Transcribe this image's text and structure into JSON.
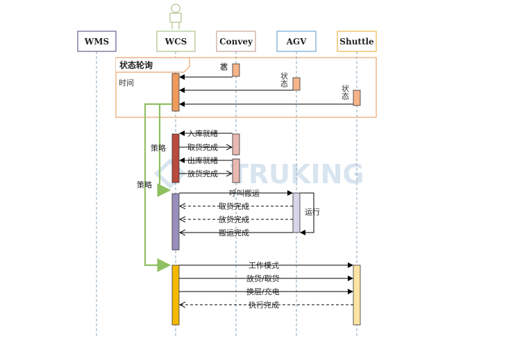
{
  "participants": [
    {
      "label": "WMS",
      "color": "#6a5a8c"
    },
    {
      "label": "WCS",
      "color": "#a9c48a"
    },
    {
      "label": "Convey",
      "color": "#c7a39a"
    },
    {
      "label": "AGV",
      "color": "#6fa8d6"
    },
    {
      "label": "Shuttle",
      "color": "#e8b84a"
    }
  ],
  "watermark": "TRUKING",
  "poll_box": {
    "title": "状态轮询",
    "subtitle": "时间"
  },
  "status_label": "状态",
  "strategy_label": "策略",
  "convey_messages": [
    "入库就绪",
    "取货完成",
    "出库就绪",
    "放货完成"
  ],
  "agv_messages": [
    "呼叫搬运",
    "取货完成",
    "放货完成",
    "搬运完成"
  ],
  "agv_self": "运行",
  "shuttle_messages": [
    "工作模式",
    "放货/取货",
    "换层/充电",
    "执行完成"
  ],
  "colors": {
    "frame_orange": "#e9a46b",
    "strategy_green": "#8fc062",
    "wcs_orange": "#ef9b5c",
    "wcs_red": "#b84a3e",
    "wcs_purple": "#9a8ebd",
    "wcs_yellow": "#f5b800"
  }
}
